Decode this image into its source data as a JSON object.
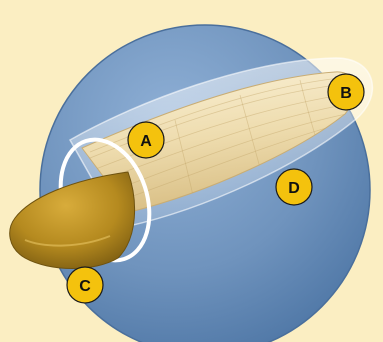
{
  "diagram": {
    "labels": {
      "a": "A",
      "b": "B",
      "c": "C",
      "d": "D"
    },
    "colors": {
      "background": "#fbeec2",
      "disc": "#6f93bd",
      "marker_fill": "#f4c20d",
      "seed_coat": "#b58a1f",
      "endosperm": "#f3e5c0"
    }
  }
}
